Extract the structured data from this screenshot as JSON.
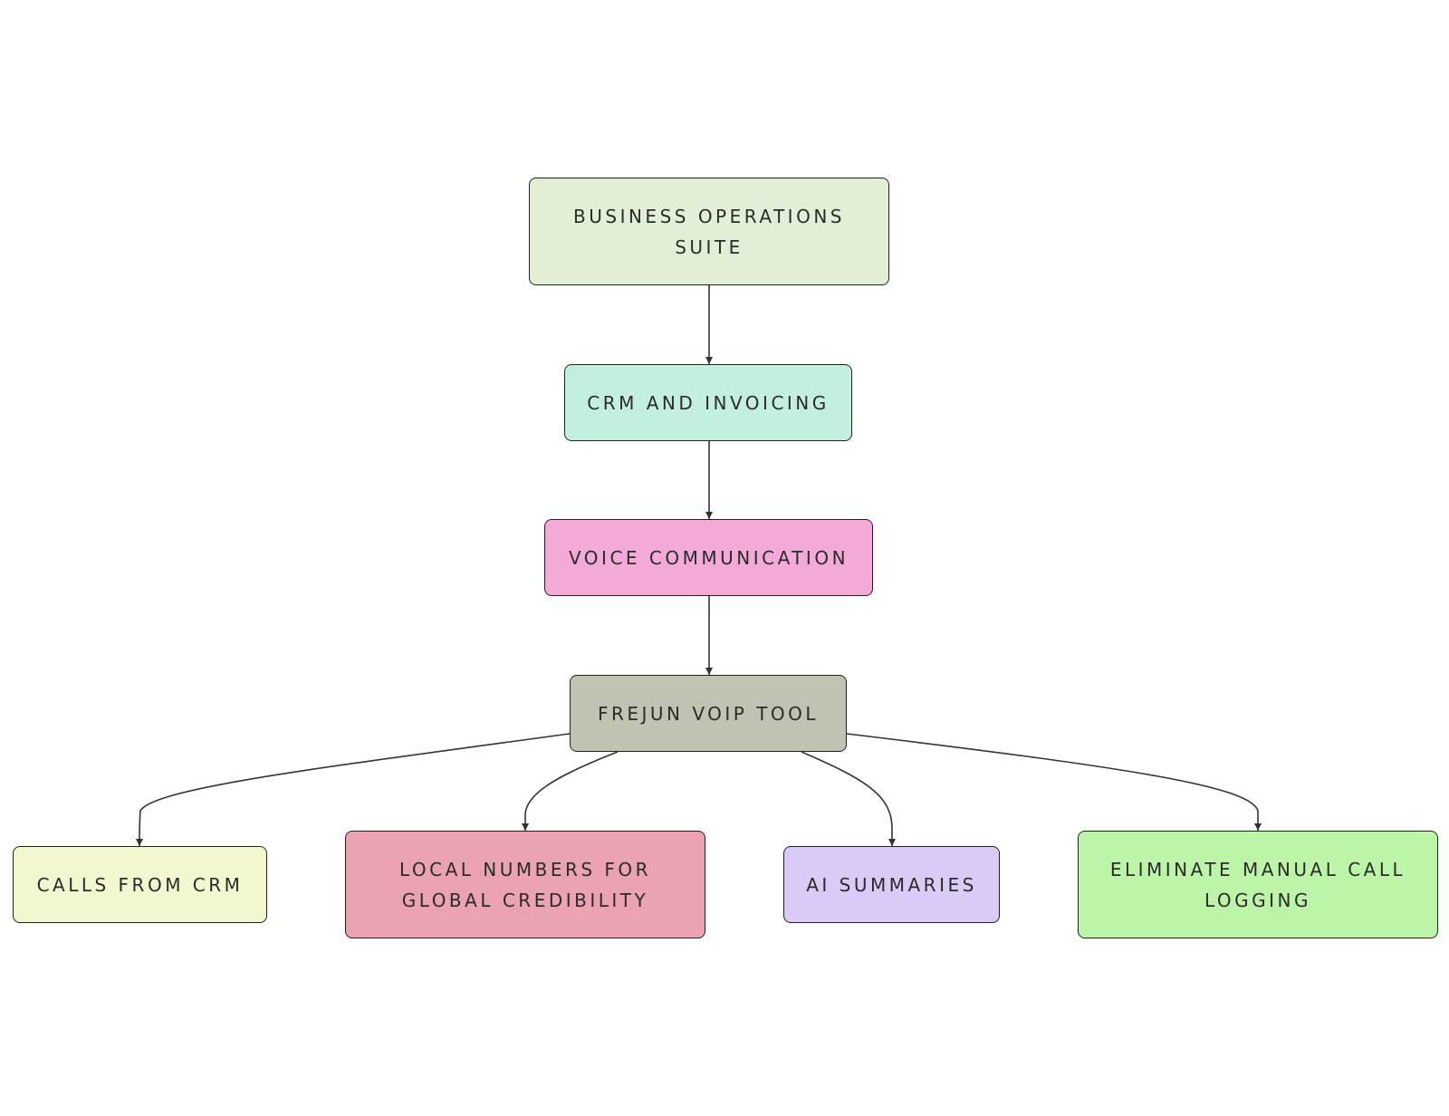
{
  "diagram": {
    "nodes": [
      {
        "id": "suite",
        "label": "BUSINESS OPERATIONS SUITE",
        "fill": "#e2efd6"
      },
      {
        "id": "crm",
        "label": "CRM AND INVOICING",
        "fill": "#c3efdf"
      },
      {
        "id": "voice",
        "label": "VOICE COMMUNICATION",
        "fill": "#f4aad7"
      },
      {
        "id": "frejun",
        "label": "FREJUN VOIP TOOL",
        "fill": "#c0c2b2"
      },
      {
        "id": "calls",
        "label": "CALLS FROM CRM",
        "fill": "#f2f7d0"
      },
      {
        "id": "local",
        "label": "LOCAL NUMBERS FOR GLOBAL CREDIBILITY",
        "fill": "#eba2b2"
      },
      {
        "id": "ai",
        "label": "AI SUMMARIES",
        "fill": "#d9cbf5"
      },
      {
        "id": "elim",
        "label": "ELIMINATE MANUAL CALL LOGGING",
        "fill": "#bdf5a8"
      }
    ],
    "edges": [
      {
        "from": "suite",
        "to": "crm"
      },
      {
        "from": "crm",
        "to": "voice"
      },
      {
        "from": "voice",
        "to": "frejun"
      },
      {
        "from": "frejun",
        "to": "calls"
      },
      {
        "from": "frejun",
        "to": "local"
      },
      {
        "from": "frejun",
        "to": "ai"
      },
      {
        "from": "frejun",
        "to": "elim"
      }
    ],
    "edge_color": "#333333"
  }
}
